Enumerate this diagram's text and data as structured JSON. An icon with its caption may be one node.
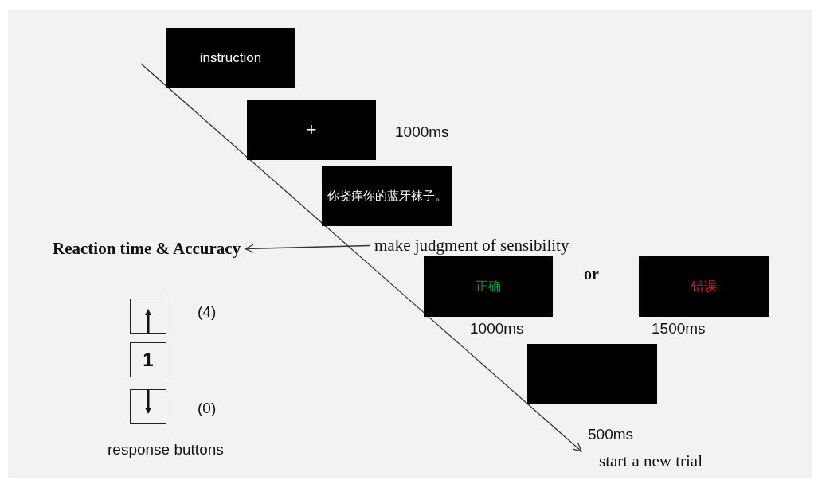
{
  "diagram": {
    "nodes": [
      {
        "text": [
          "instruction"
        ]
      },
      {
        "text": [
          "+"
        ],
        "beside": [
          "1000ms"
        ]
      },
      {
        "text": [
          "你挠痒你的蓝牙袜子。"
        ]
      },
      {
        "text": [
          "make judgment of sensibility"
        ]
      },
      {
        "text": [
          "Reaction time & Accuracy"
        ]
      },
      {
        "text": [
          "正确"
        ],
        "beside": [
          "1000ms"
        ]
      },
      {
        "text": [
          "错误"
        ],
        "beside": [
          "1500ms"
        ]
      },
      {
        "text": [],
        "shape": "box",
        "beside": [
          "500ms"
        ]
      },
      {
        "text": [
          "start a new trial"
        ]
      },
      {
        "text": [],
        "shape": "box",
        "beside": [
          "(4)"
        ]
      },
      {
        "text": [
          "1"
        ]
      },
      {
        "text": [],
        "shape": "box",
        "beside": [
          "(0)"
        ]
      }
    ],
    "edges": [
      {
        "from": 3,
        "to": 4,
        "arrow": "to"
      },
      {
        "from": null,
        "to": 8,
        "arrow": "to"
      }
    ],
    "labels": [
      "or",
      "response buttons"
    ]
  }
}
